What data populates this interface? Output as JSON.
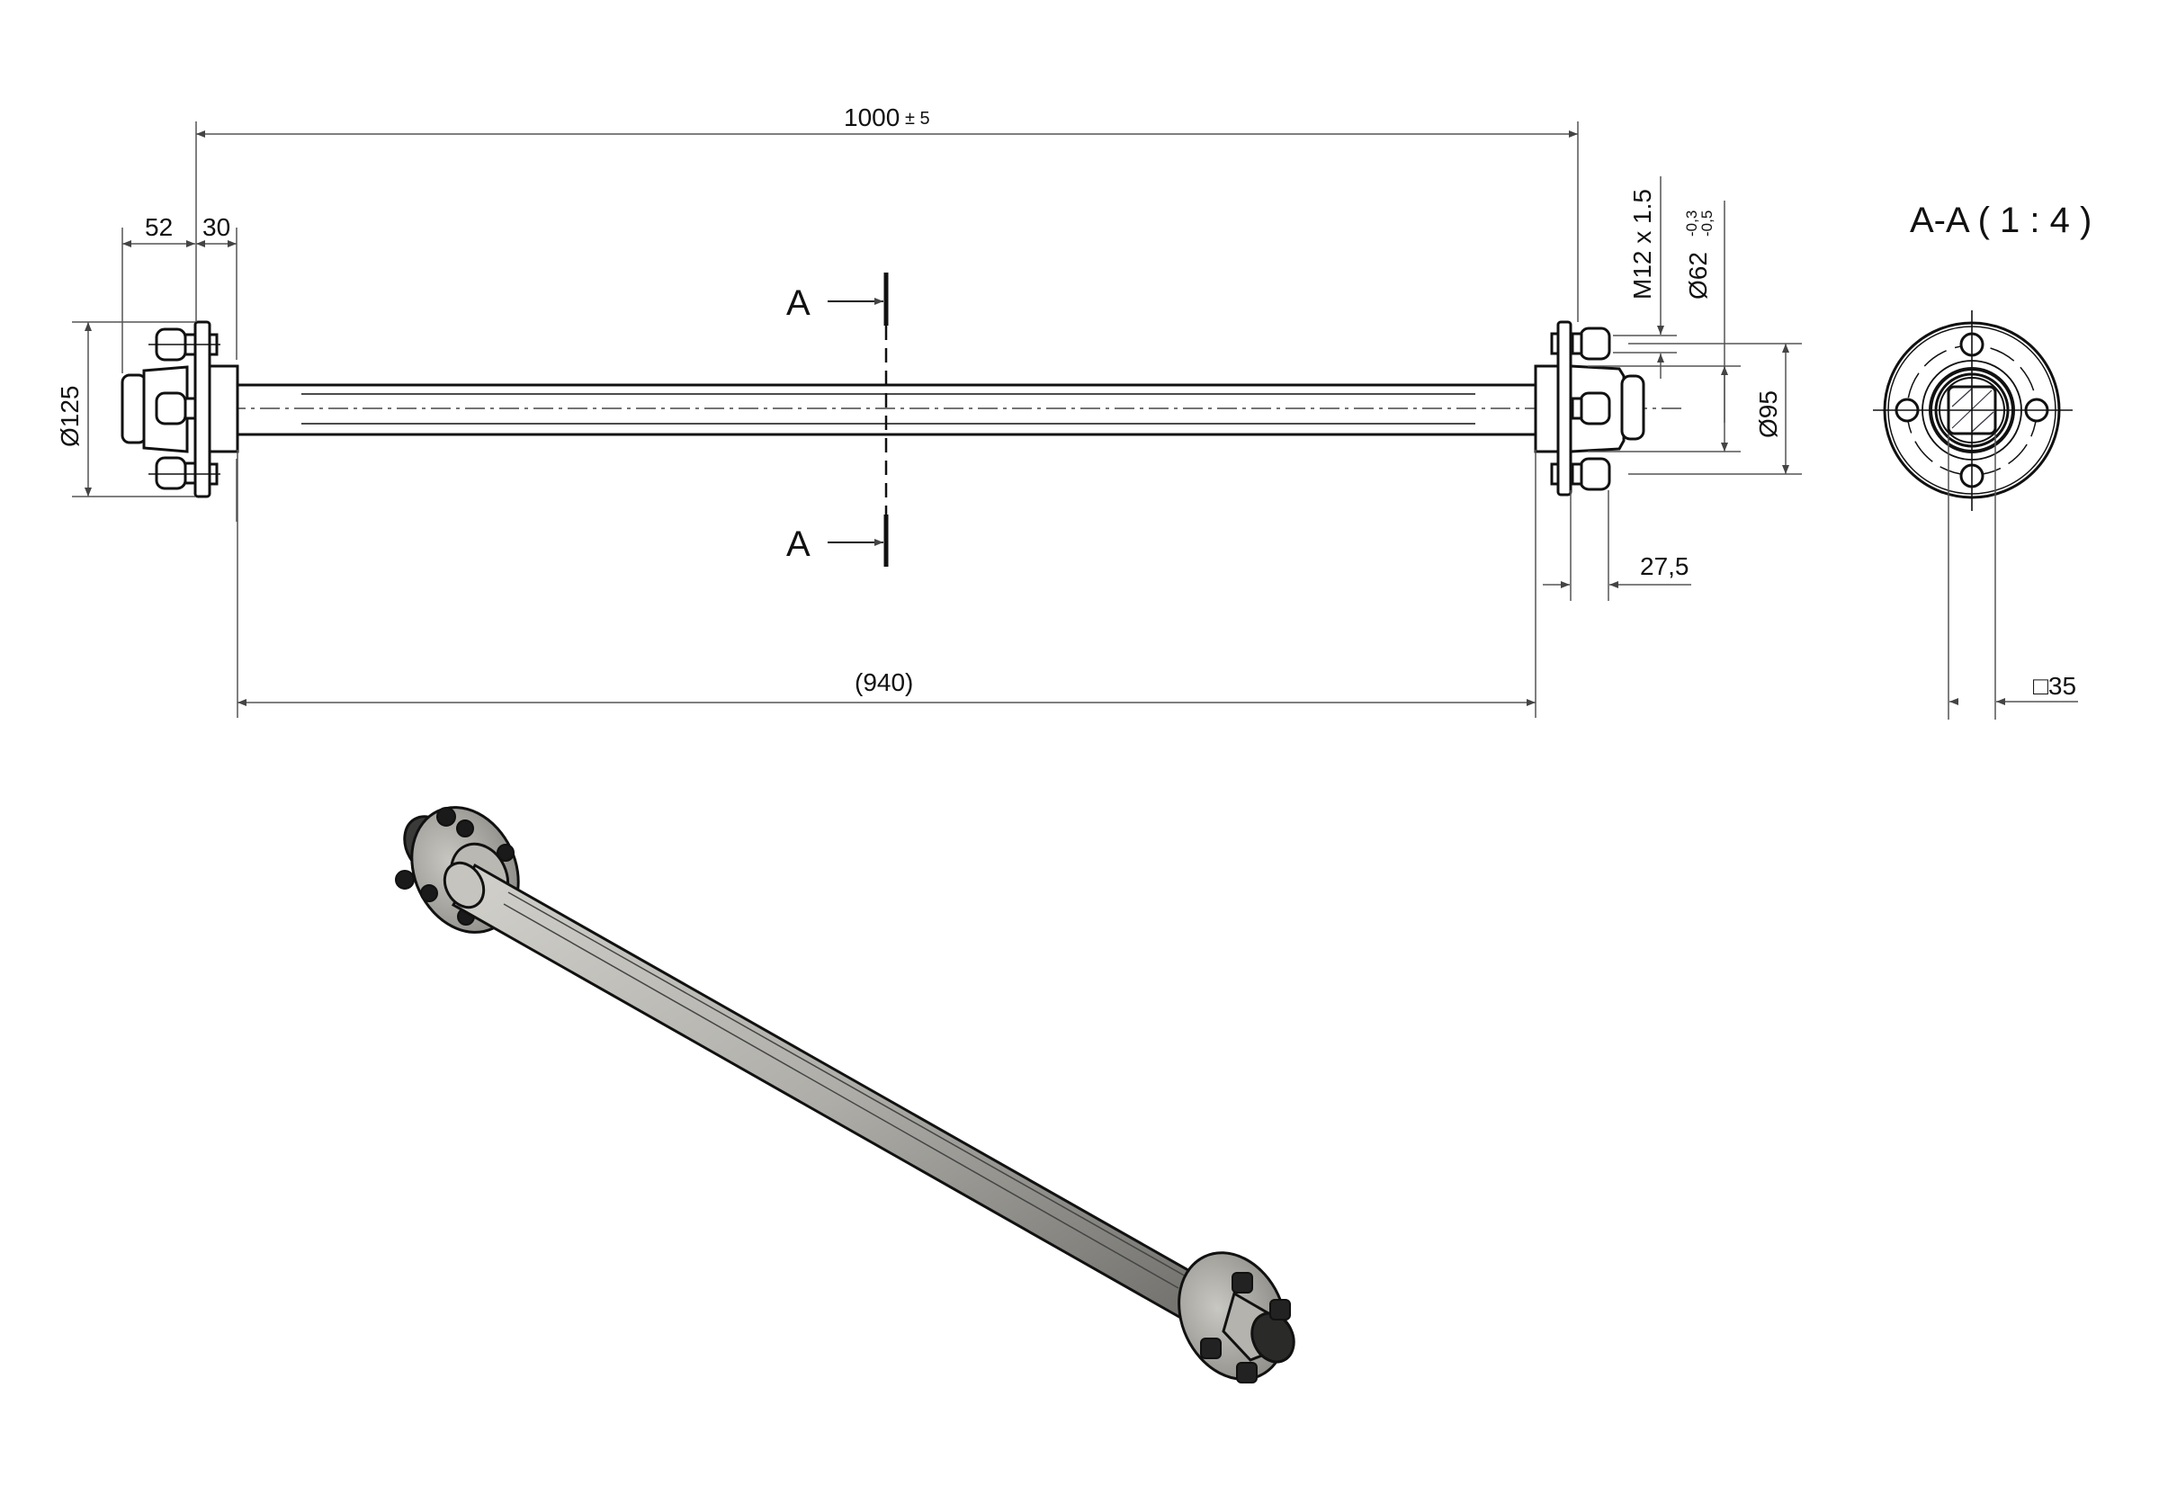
{
  "drawing": {
    "overall_length": "1000",
    "overall_tolerance": "± 5",
    "hub_length": "52",
    "flange_to_tube": "30",
    "flange_diameter": "Ø125",
    "thread": "M12 x 1.5",
    "bearing_diameter": "Ø62",
    "bearing_tol_upper": "-0,3",
    "bearing_tol_lower": "-0,5",
    "bolt_circle": "Ø95",
    "stud_offset": "27,5",
    "tube_length": "(940)",
    "section_label": "A",
    "section_title": "A-A ( 1 : 4 )",
    "square_size": "□35"
  },
  "colors": {
    "line": "#111111",
    "dim": "#555555",
    "metal_light": "#c9c8c3",
    "metal_dark": "#6e6d69"
  }
}
